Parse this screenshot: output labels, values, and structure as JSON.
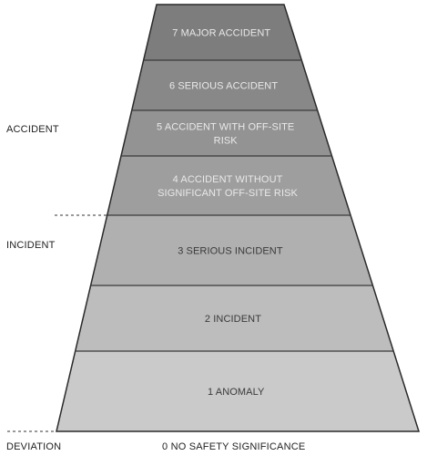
{
  "levels": [
    {
      "lines": [
        "7 MAJOR ACCIDENT"
      ],
      "fill": "#7d7d7d"
    },
    {
      "lines": [
        "6 SERIOUS ACCIDENT"
      ],
      "fill": "#888888"
    },
    {
      "lines": [
        "5 ACCIDENT WITH OFF-SITE",
        "RISK"
      ],
      "fill": "#939393"
    },
    {
      "lines": [
        "4 ACCIDENT WITHOUT",
        "SIGNIFICANT OFF-SITE RISK"
      ],
      "fill": "#9e9e9e"
    },
    {
      "lines": [
        "3 SERIOUS INCIDENT"
      ],
      "fill": "#b0b0b0"
    },
    {
      "lines": [
        "2 INCIDENT"
      ],
      "fill": "#bdbdbd"
    },
    {
      "lines": [
        "1 ANOMALY"
      ],
      "fill": "#cacaca"
    }
  ],
  "categories": {
    "accident": "ACCIDENT",
    "incident": "INCIDENT",
    "deviation": "DEVIATION"
  },
  "bottom_text": "0 NO SAFETY SIGNIFICANCE"
}
